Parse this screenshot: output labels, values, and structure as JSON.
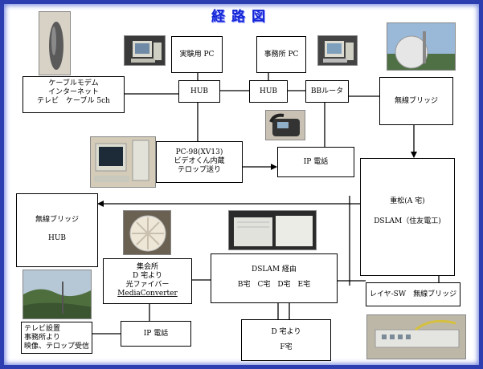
{
  "title": "経路図",
  "nodes": {
    "cable_modem": [
      "ケーブルモデム",
      "インターネット",
      "テレビ　ケーブル 5ch"
    ],
    "test_pc": "実験用 PC",
    "office_pc": "事務所 PC",
    "hub_left": "HUB",
    "hub_right": "HUB",
    "bb_router": "BBルータ",
    "wireless_bridge_top": "無線ブリッジ",
    "pc98": [
      "PC-98(XV13)",
      "ビデオくん内蔵",
      "テロップ送り"
    ],
    "ip_phone_top": "IP 電話",
    "shigematsu": [
      "重松(A 宅)",
      "DSLAM（住友電工)"
    ],
    "wireless_hub": [
      "無線ブリッジ",
      "HUB"
    ],
    "meeting_hall": [
      "集会所",
      "D 宅より",
      "光ファイバー",
      "MediaConverter"
    ],
    "dslam_via": [
      "DSLAM 経由",
      "B宅　C宅　D宅　E宅"
    ],
    "layer_switch": "レイヤ-SW　無線ブリッジ",
    "tv_setup": [
      "テレビ設置",
      "事務所より",
      "映像、テロップ受信"
    ],
    "ip_phone_bottom": "IP 電話",
    "from_d": [
      "D 宅より",
      "F宅"
    ]
  },
  "colors": {
    "title": "#1426d6",
    "frame": "#2d3fb0"
  }
}
